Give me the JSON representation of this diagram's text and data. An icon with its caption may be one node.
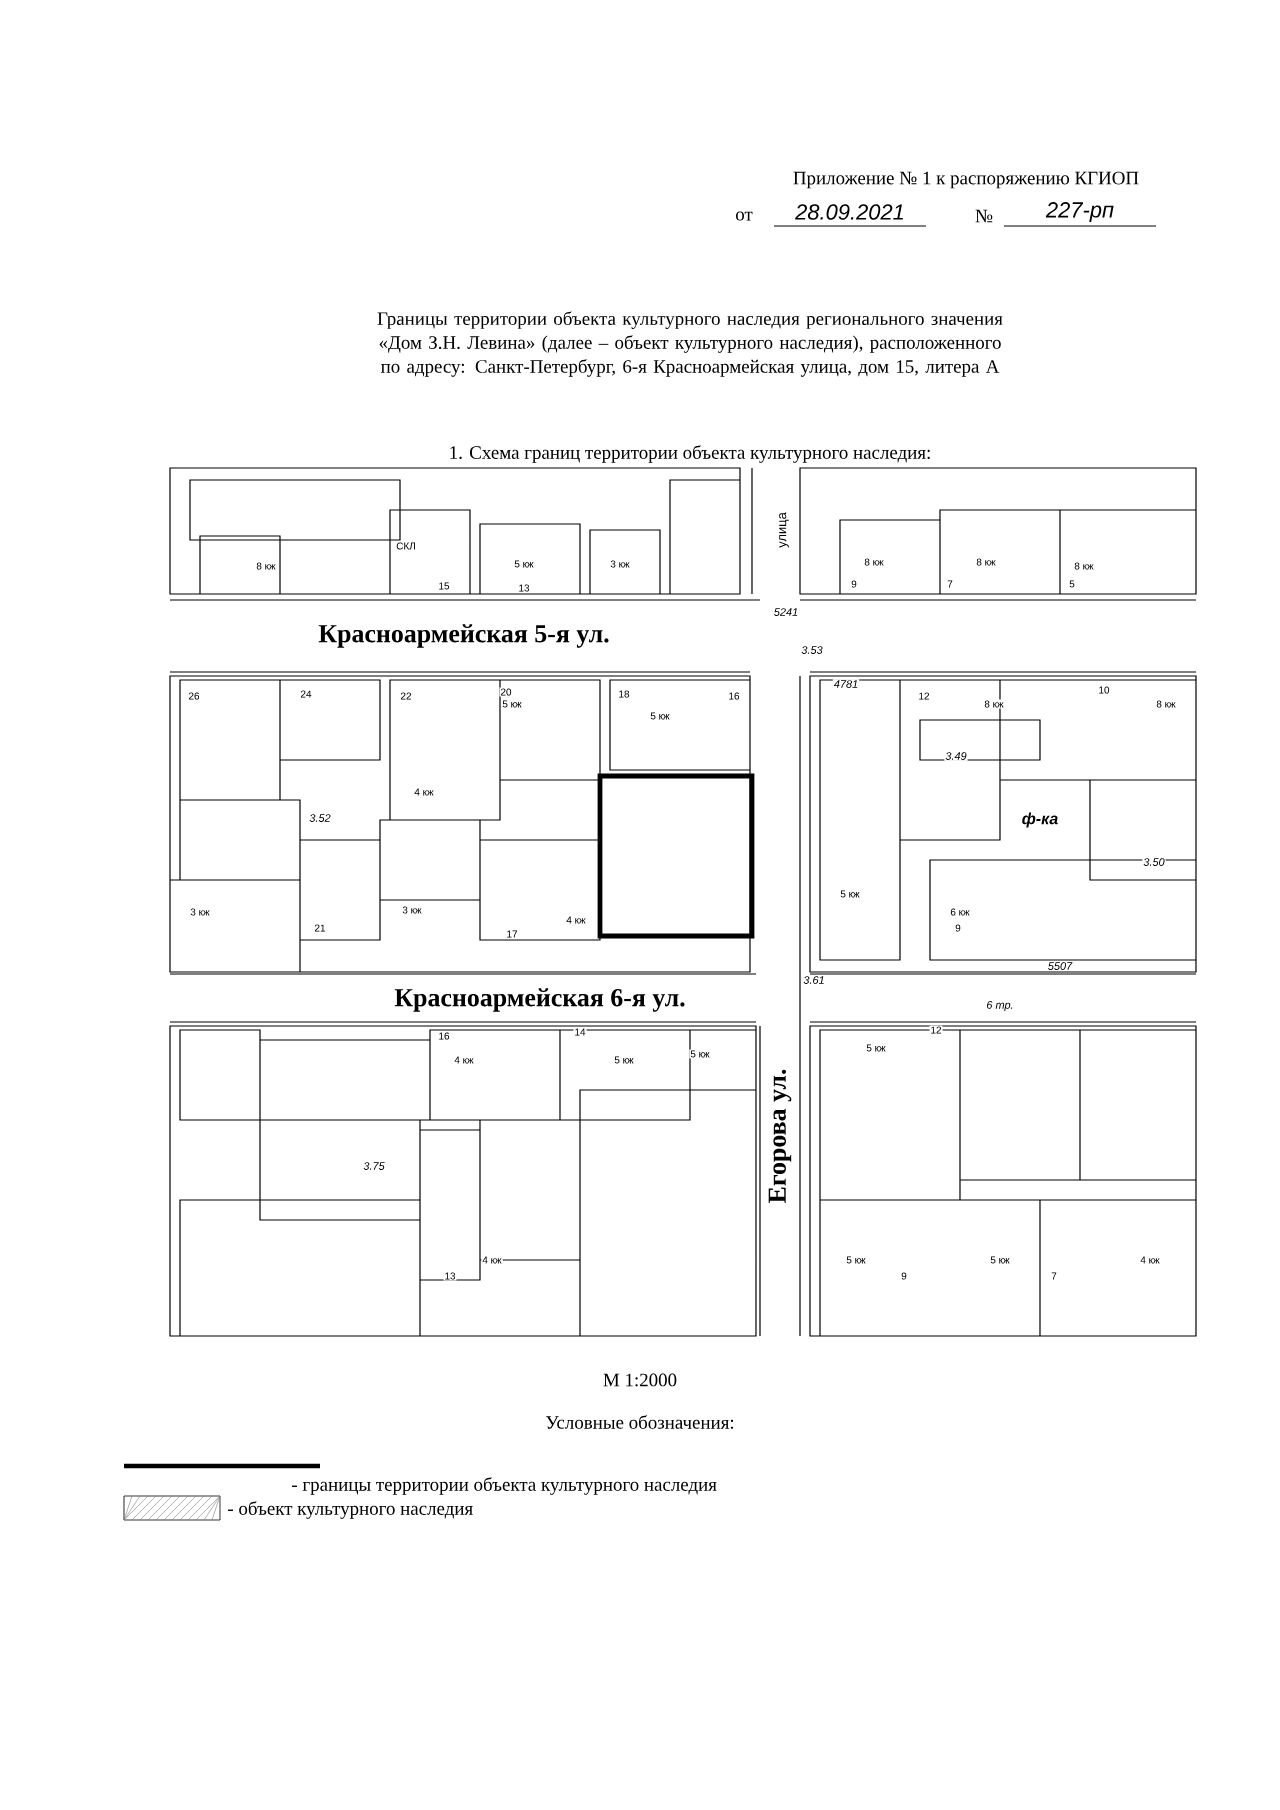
{
  "diagram": {
    "title": "Границы территории объекта культурного наследия регионального значения «Дом З.Н. Левина» (далее – объект культурного наследия), расположенного по адресу: Санкт-Петербург, 6-я Красноармейская улица, дом 15, литера А",
    "labels": [
      "Приложение № 1 к распоряжению КГИОП",
      "от",
      "28.09.2021",
      "№",
      "227-рп",
      "1. Схема границ территории объекта культурного наследия:",
      "8 кж",
      "СКЛ",
      "15",
      "5 кж",
      "13",
      "3 кж",
      "улица",
      "8 кж",
      "8 кж",
      "8 кж",
      "9",
      "7",
      "5",
      "5241",
      "Красноармейская 5-я ул.",
      "3.53",
      "26",
      "24",
      "22",
      "5 кж",
      "20",
      "18",
      "5 кж",
      "16",
      "4781",
      "12",
      "8 кж",
      "10",
      "8 кж",
      "4 кж",
      "3.49",
      "3.52",
      "ф-ка",
      "3.50",
      "3 кж",
      "3 кж",
      "4 кж",
      "17",
      "21",
      "5 кж",
      "6 кж",
      "9",
      "5507",
      "3.61",
      "Красноармейская 6-я ул.",
      "6 тр.",
      "Егорова ул.",
      "16",
      "4 кж",
      "14",
      "5 кж",
      "5 кж",
      "12",
      "5 кж",
      "3.75",
      "13",
      "4 кж",
      "5 кж",
      "9",
      "5 кж",
      "7",
      "4 кж",
      "М 1:2000",
      "Условные обозначения:"
    ],
    "legend": [
      {
        "text": "- границы территории объекта культурного наследия"
      },
      {
        "text": "- объект культурного наследия"
      }
    ]
  }
}
